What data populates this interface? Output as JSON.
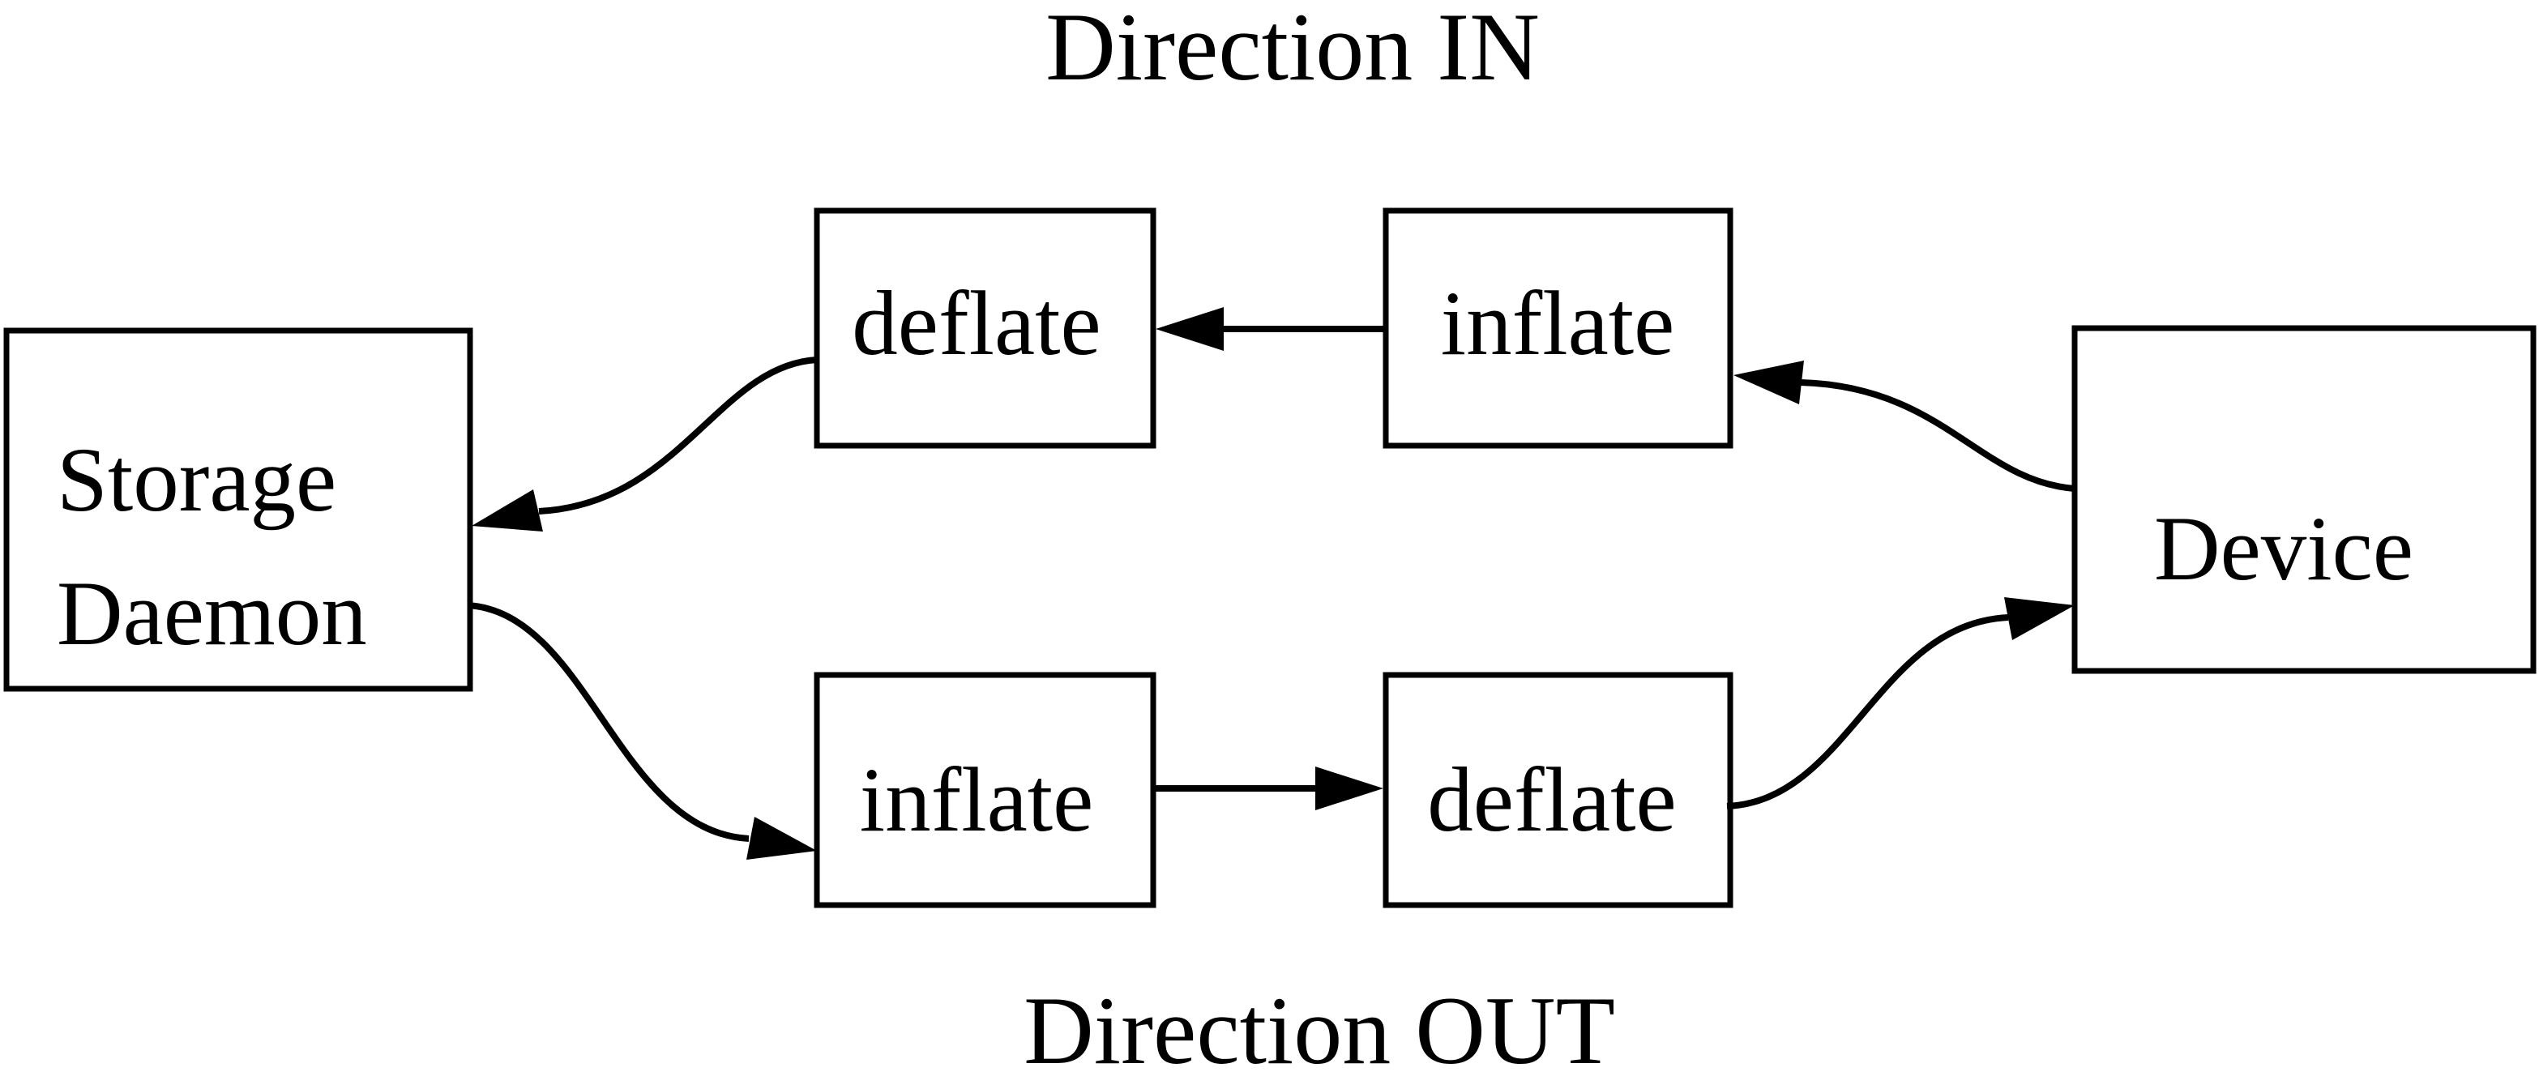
{
  "diagram": {
    "title_top": "Direction IN",
    "title_bottom": "Direction OUT",
    "nodes": {
      "storage_daemon": {
        "line1": "Storage",
        "line2": "Daemon"
      },
      "deflate_in": "deflate",
      "inflate_in": "inflate",
      "inflate_out": "inflate",
      "deflate_out": "deflate",
      "device": "Device"
    },
    "flows": {
      "direction_in": [
        "Device",
        "inflate",
        "deflate",
        "Storage Daemon"
      ],
      "direction_out": [
        "Storage Daemon",
        "inflate",
        "deflate",
        "Device"
      ]
    },
    "colors": {
      "line": "#000000",
      "text": "#000000",
      "background": "#ffffff"
    }
  }
}
